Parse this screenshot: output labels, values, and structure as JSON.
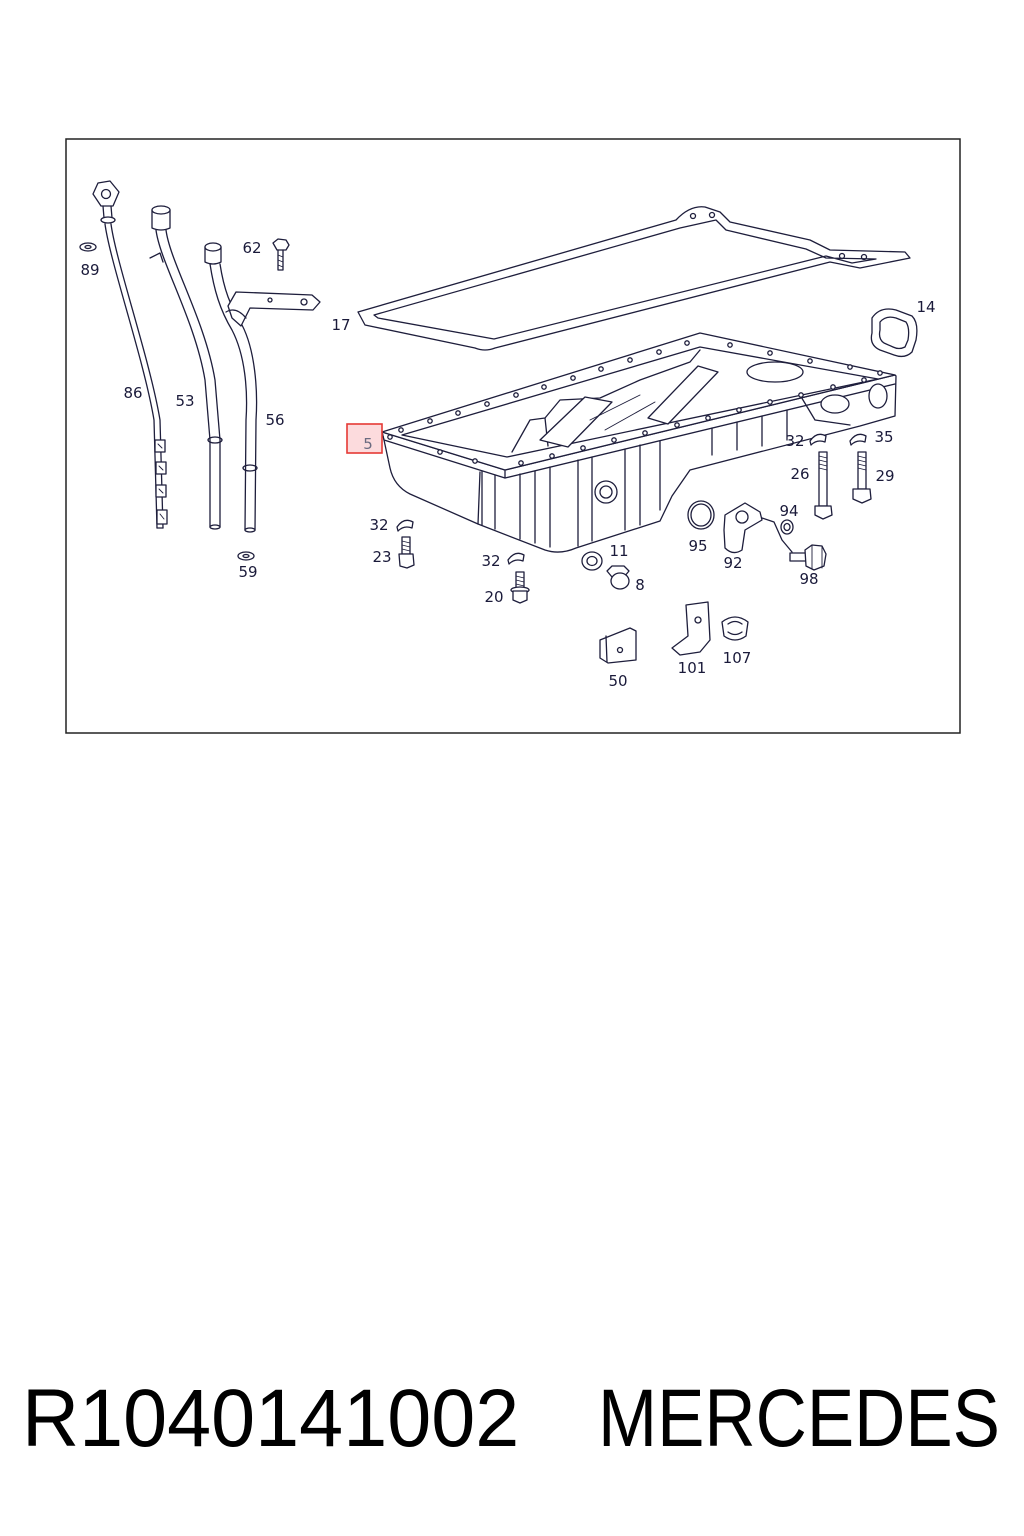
{
  "diagram": {
    "callouts": [
      "89",
      "62",
      "86",
      "53",
      "56",
      "59",
      "17",
      "14",
      "32",
      "35",
      "26",
      "29",
      "94",
      "95",
      "92",
      "98",
      "32",
      "23",
      "32",
      "11",
      "8",
      "20",
      "50",
      "101",
      "107"
    ],
    "highlight": {
      "label": "5"
    }
  },
  "caption": {
    "part_number": "R1040141002",
    "brand": "MERCEDES"
  },
  "colors": {
    "line": "#1e1e3c",
    "label": "#1a1a3a",
    "highlight_stroke": "#e53935",
    "highlight_fill": "rgba(240,90,100,0.22)",
    "background": "#ffffff"
  }
}
